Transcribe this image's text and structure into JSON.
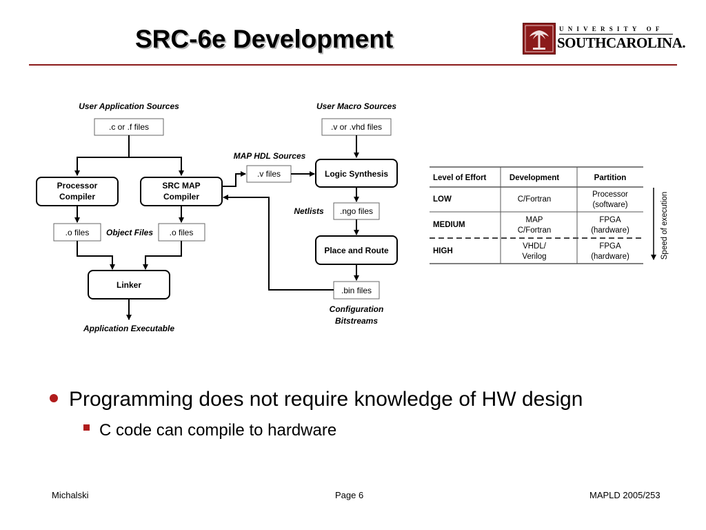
{
  "slide": {
    "title": "SRC-6e Development",
    "logo": {
      "university_of": "UNIVERSITY OF",
      "name": "SOUTHCAROLINA."
    }
  },
  "diagram": {
    "user_app_sources": "User Application Sources",
    "c_f_files": ".c or .f files",
    "user_macro_sources": "User Macro Sources",
    "v_vhd_files": ".v or .vhd files",
    "map_hdl_sources": "MAP HDL Sources",
    "v_files": ".v files",
    "logic_synthesis": "Logic Synthesis",
    "processor_compiler_1": "Processor",
    "processor_compiler_2": "Compiler",
    "src_map_compiler_1": "SRC MAP",
    "src_map_compiler_2": "Compiler",
    "netlists": "Netlists",
    "ngo_files": ".ngo files",
    "o_files_left": ".o files",
    "object_files": "Object Files",
    "o_files_right": ".o files",
    "place_and_route": "Place and Route",
    "linker": "Linker",
    "bin_files": ".bin files",
    "config_1": "Configuration",
    "config_2": "Bitstreams",
    "app_executable": "Application Executable"
  },
  "effort_table": {
    "headers": [
      "Level of Effort",
      "Development",
      "Partition"
    ],
    "rows": [
      {
        "level": "LOW",
        "dev": [
          "C/Fortran"
        ],
        "part": [
          "Processor",
          "(software)"
        ]
      },
      {
        "level": "MEDIUM",
        "dev": [
          "MAP",
          "C/Fortran"
        ],
        "part": [
          "FPGA",
          "(hardware)"
        ]
      },
      {
        "level": "HIGH",
        "dev": [
          "VHDL/",
          "Verilog"
        ],
        "part": [
          "FPGA",
          "(hardware)"
        ]
      }
    ],
    "speed_label": "Speed of execution"
  },
  "bullets": {
    "main": "Programming does not require knowledge of HW design",
    "sub": "C code can compile to hardware"
  },
  "footer": {
    "left": "Michalski",
    "center": "Page 6",
    "right": "MAPLD 2005/253"
  },
  "colors": {
    "accent": "#8b1a1a",
    "bullet": "#b01c1c"
  }
}
